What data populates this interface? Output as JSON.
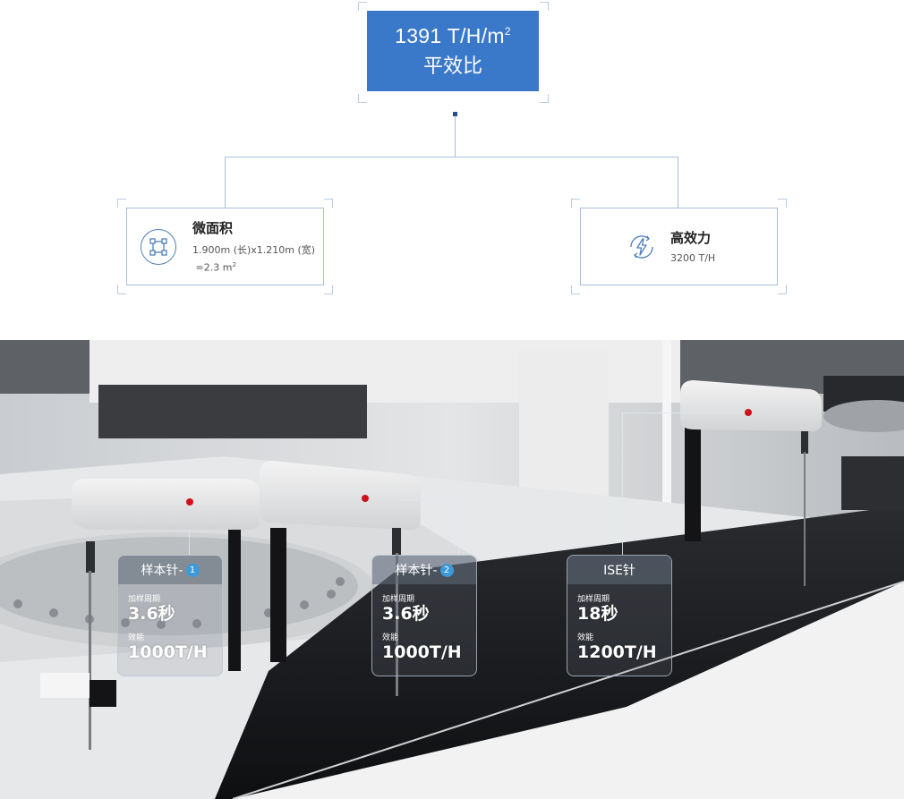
{
  "hero": {
    "value": "1391 T/H/m",
    "superscript": "2",
    "label": "平效比"
  },
  "cards": [
    {
      "title": "微面积",
      "desc_line1": "1.900m (长)x1.210m (宽)",
      "desc_line2": "=2.3 m",
      "desc_sup": "2",
      "icon": "area-icon"
    },
    {
      "title": "高效力",
      "desc_line1": "3200 T/H",
      "icon": "lightning-icon"
    }
  ],
  "probes": [
    {
      "name": "样本针-",
      "badge": "1",
      "cycle_label": "加样周期",
      "cycle_value": "3.6秒",
      "efficiency_label": "效能",
      "efficiency_value": "1000T/H"
    },
    {
      "name": "样本针-",
      "badge": "2",
      "cycle_label": "加样周期",
      "cycle_value": "3.6秒",
      "efficiency_label": "效能",
      "efficiency_value": "1000T/H"
    },
    {
      "name": "ISE针",
      "badge": "",
      "cycle_label": "加样周期",
      "cycle_value": "18秒",
      "efficiency_label": "效能",
      "efficiency_value": "1200T/H"
    }
  ],
  "colors": {
    "hero_bg": "#3a78c9",
    "card_border": "#a7c0dc",
    "badge": "#3d9ad8",
    "indicator": "#d0121b"
  }
}
